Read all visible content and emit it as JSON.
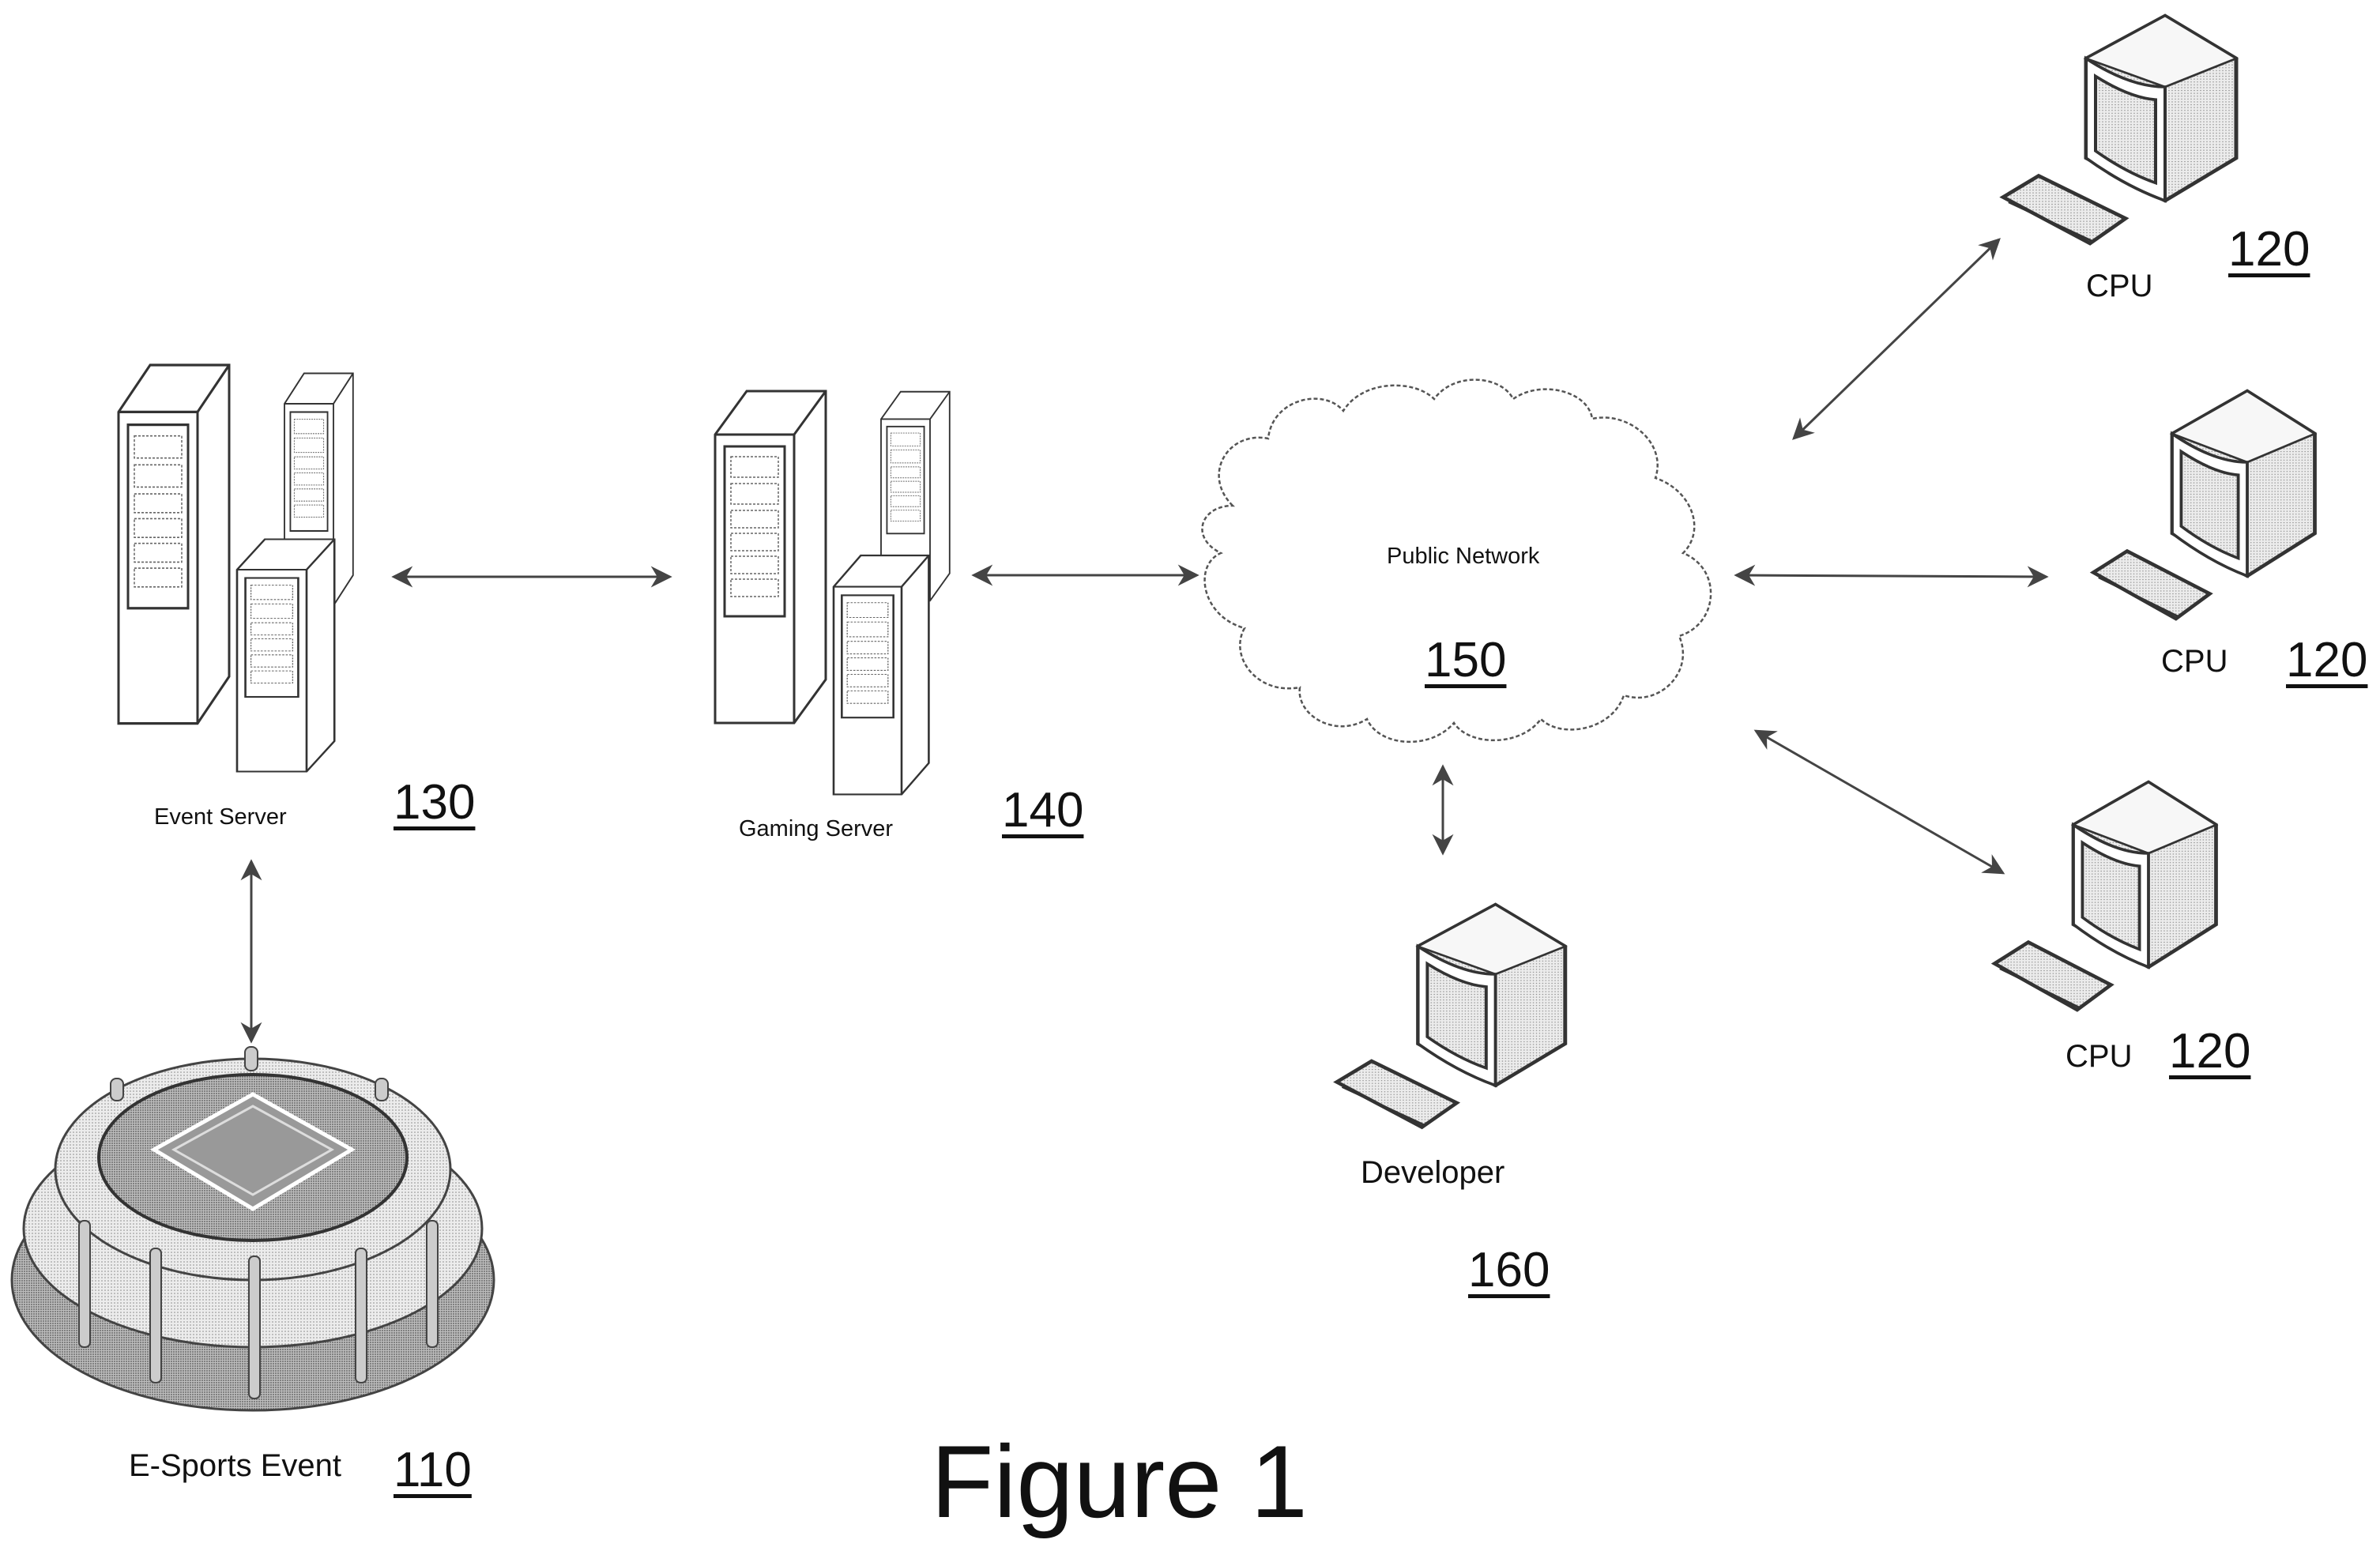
{
  "figure": {
    "title": "Figure 1"
  },
  "nodes": {
    "esports_event": {
      "label": "E-Sports Event",
      "ref": "110",
      "icon": "stadium-icon"
    },
    "event_server": {
      "label": "Event Server",
      "ref": "130",
      "icon": "server-cluster-icon"
    },
    "gaming_server": {
      "label": "Gaming Server",
      "ref": "140",
      "icon": "server-cluster-icon"
    },
    "public_network": {
      "label": "Public Network",
      "ref": "150",
      "icon": "cloud-icon"
    },
    "developer": {
      "label": "Developer",
      "ref": "160",
      "icon": "desktop-computer-icon"
    },
    "cpus": [
      {
        "label": "CPU",
        "ref": "120",
        "icon": "desktop-computer-icon"
      },
      {
        "label": "CPU",
        "ref": "120",
        "icon": "desktop-computer-icon"
      },
      {
        "label": "CPU",
        "ref": "120",
        "icon": "desktop-computer-icon"
      }
    ]
  },
  "connections": [
    {
      "from": "event_server",
      "to": "esports_event",
      "type": "bidirectional"
    },
    {
      "from": "event_server",
      "to": "gaming_server",
      "type": "bidirectional"
    },
    {
      "from": "gaming_server",
      "to": "public_network",
      "type": "bidirectional"
    },
    {
      "from": "public_network",
      "to": "developer",
      "type": "bidirectional"
    },
    {
      "from": "public_network",
      "to": "cpu_1",
      "type": "bidirectional"
    },
    {
      "from": "public_network",
      "to": "cpu_2",
      "type": "bidirectional"
    },
    {
      "from": "public_network",
      "to": "cpu_3",
      "type": "bidirectional"
    }
  ]
}
